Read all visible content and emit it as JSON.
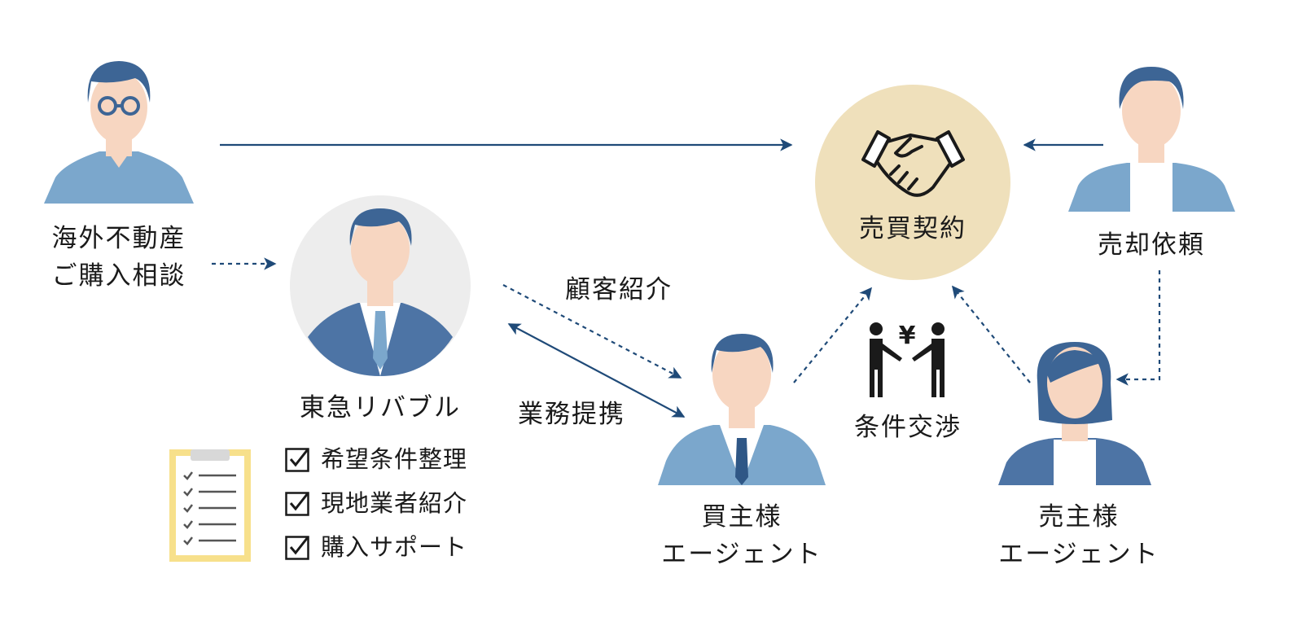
{
  "nodes": {
    "overseas_customer": {
      "line1": "海外不動産",
      "line2": "ご購入相談"
    },
    "tokyu_livable": {
      "label": "東急リバブル"
    },
    "contract": {
      "label": "売買契約"
    },
    "seller_request": {
      "label": "売却依頼"
    },
    "buyer_agent": {
      "line1": "買主様",
      "line2": "エージェント"
    },
    "seller_agent": {
      "line1": "売主様",
      "line2": "エージェント"
    }
  },
  "edges": {
    "customer_referral": "顧客紹介",
    "business_alliance": "業務提携",
    "negotiation": "条件交渉",
    "yen_symbol": "¥"
  },
  "checklist": [
    {
      "label": "希望条件整理"
    },
    {
      "label": "現地業者紹介"
    },
    {
      "label": "購入サポート"
    }
  ],
  "colors": {
    "arrow": "#1f4a78",
    "shirt_light": "#7ba7cc",
    "suit_dark": "#4d74a5",
    "hair": "#3d6595",
    "skin": "#f7d6c1",
    "contract_circle": "#efe0bb",
    "agent_circle": "#ededed",
    "clipboard": "#f7e08b"
  }
}
